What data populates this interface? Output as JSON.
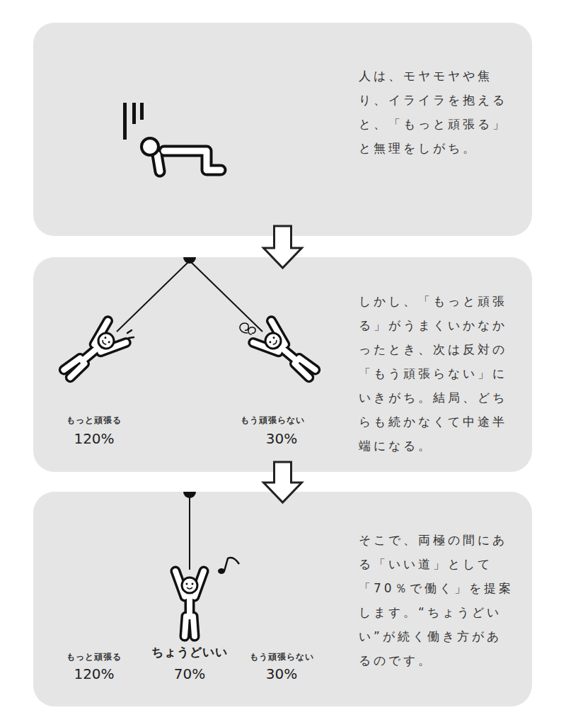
{
  "diagram": {
    "nodes": [
      {
        "text": [
          "人は、モヤモヤや焦り、イライラを抱えると、「もっと頑張る」と無理をしがち。"
        ]
      },
      {
        "text": [
          "しかし、「もっと頑張る」がうまくいかなかったとき、次は反対の「もう頑張らない」にいきがち。結局、どちらも続かなくて中途半端になる。",
          "もっと頑張る",
          "120%",
          "もう頑張らない",
          "30%"
        ]
      },
      {
        "text": [
          "そこで、両極の間にある「いい道」として「70％で働く」を提案します。“ちょうどいい”が続く働き方があるのです。",
          "もっと頑張る",
          "120%",
          "ちょうどいい",
          "70%",
          "もう頑張らない",
          "30%"
        ]
      }
    ],
    "edges": [
      {
        "from": 0,
        "to": 1,
        "arrow": "to"
      },
      {
        "from": 1,
        "to": 2,
        "arrow": "to"
      }
    ]
  }
}
